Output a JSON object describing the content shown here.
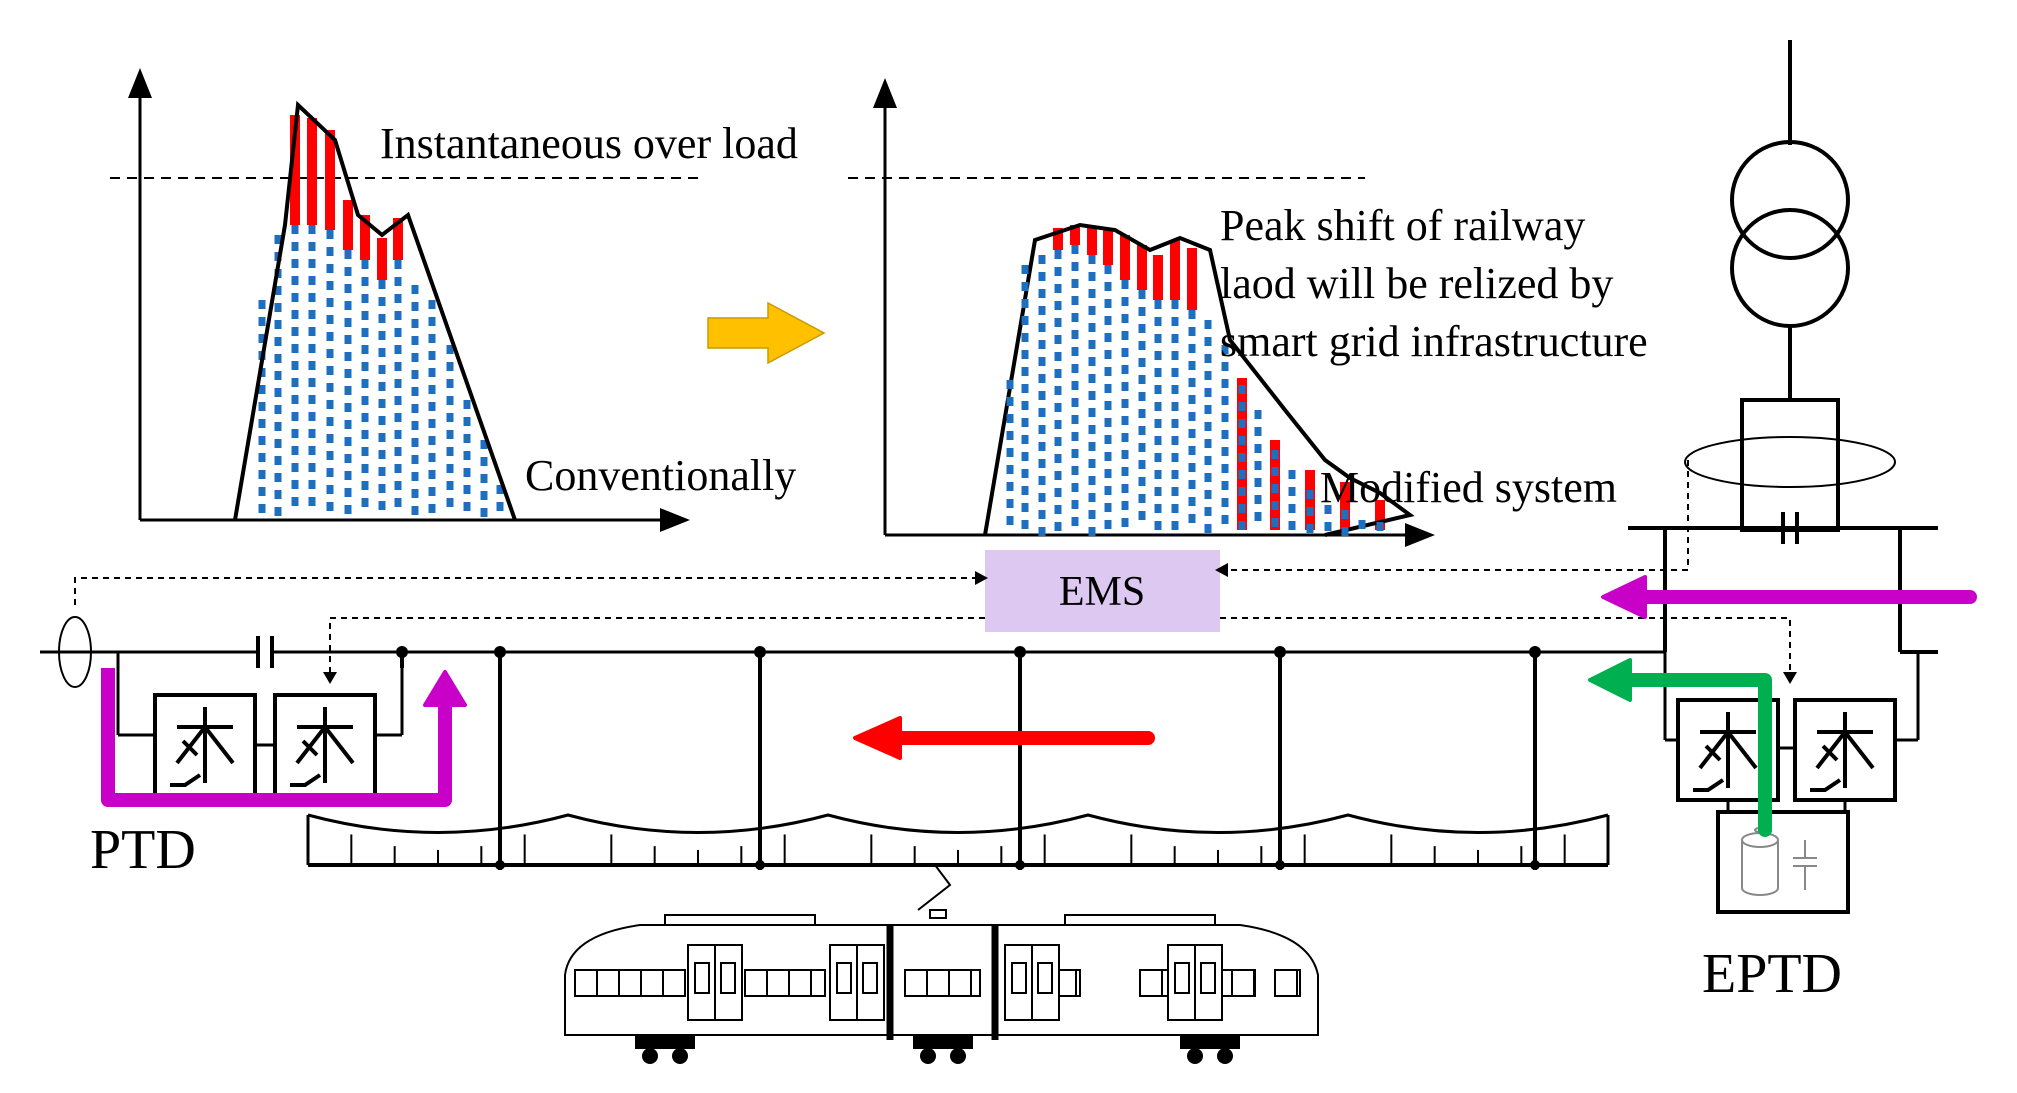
{
  "labels": {
    "overload": "Instantaneous over load",
    "conventionally": "Conventionally",
    "peak_line1": "Peak shift of railway",
    "peak_line2": "laod will be relized by",
    "peak_line3": "smart grid infrastructure",
    "modified": "Modified system",
    "ems": "EMS",
    "ptd": "PTD",
    "eptd": "EPTD"
  },
  "colors": {
    "blue_dots": "#1f6fc1",
    "red_bars": "#ff0000",
    "magenta": "#c800c8",
    "green": "#00b050",
    "orange": "#ffc000",
    "ems_fill": "#dcc8f0",
    "line": "#000000"
  },
  "icons": [
    "transformer-icon",
    "thyristor-icon",
    "capacitor-icon",
    "storage-cylinder-icon",
    "train-icon"
  ]
}
